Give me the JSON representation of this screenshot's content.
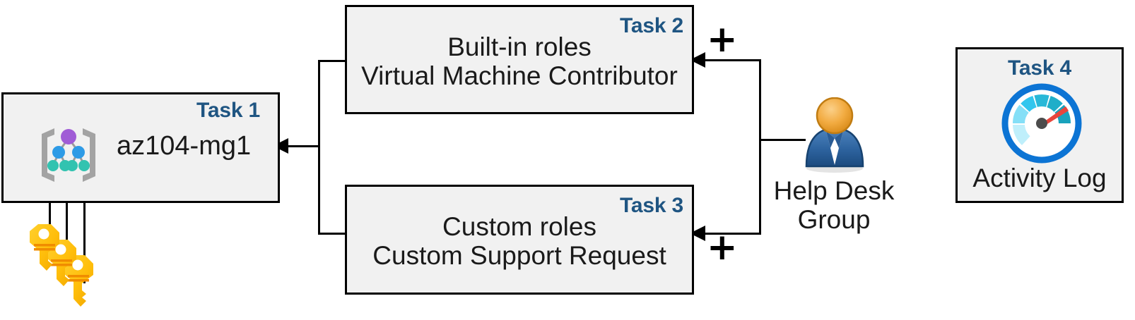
{
  "diagram": {
    "title": "Azure RBAC task diagram",
    "accent_color": "#1F5582",
    "box_fill": "#F1F1F1",
    "box_border": "#000000"
  },
  "task1": {
    "tag": "Task 1",
    "label": "az104-mg1",
    "icon": "management-group-icon"
  },
  "task2": {
    "tag": "Task 2",
    "line1": "Built-in roles",
    "line2": "Virtual Machine Contributor"
  },
  "task3": {
    "tag": "Task 3",
    "line1": "Custom roles",
    "line2": "Custom Support Request"
  },
  "task4": {
    "tag": "Task 4",
    "label": "Activity Log",
    "icon": "activity-log-gauge-icon"
  },
  "helpdesk": {
    "line1": "Help Desk",
    "line2": "Group",
    "icon": "user-group-icon"
  },
  "operators": {
    "plus_top": "+",
    "plus_bottom": "+"
  },
  "keys": {
    "icon": "keys-icon"
  }
}
